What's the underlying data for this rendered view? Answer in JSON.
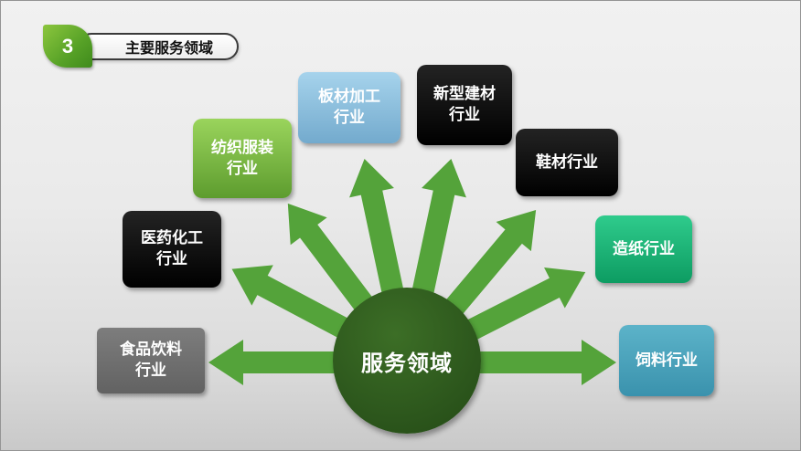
{
  "slide": {
    "badge": {
      "number": "3",
      "title": "主要服务领域"
    },
    "center": {
      "label": "服务领域"
    },
    "industries": [
      {
        "name": "food-beverage",
        "label": "食品饮料\n行业"
      },
      {
        "name": "pharma-chemical",
        "label": "医药化工\n行业"
      },
      {
        "name": "textile-apparel",
        "label": "纺织服装\n行业"
      },
      {
        "name": "board-processing",
        "label": "板材加工\n行业"
      },
      {
        "name": "new-building-materials",
        "label": "新型建材\n行业"
      },
      {
        "name": "shoe-materials",
        "label": "鞋材行业"
      },
      {
        "name": "papermaking",
        "label": "造纸行业"
      },
      {
        "name": "feed",
        "label": "饲料行业"
      }
    ],
    "colors": {
      "arrow": "#54a33a",
      "center_circle": "#2c561c",
      "badge_leaf": "#57a227",
      "box_gray": "#6f6f6f",
      "box_black": "#0d0d0d",
      "box_green": "#76bd3d",
      "box_blue": "#8cc1e0",
      "box_emerald": "#17b571",
      "box_teal": "#4aa2bd"
    }
  }
}
